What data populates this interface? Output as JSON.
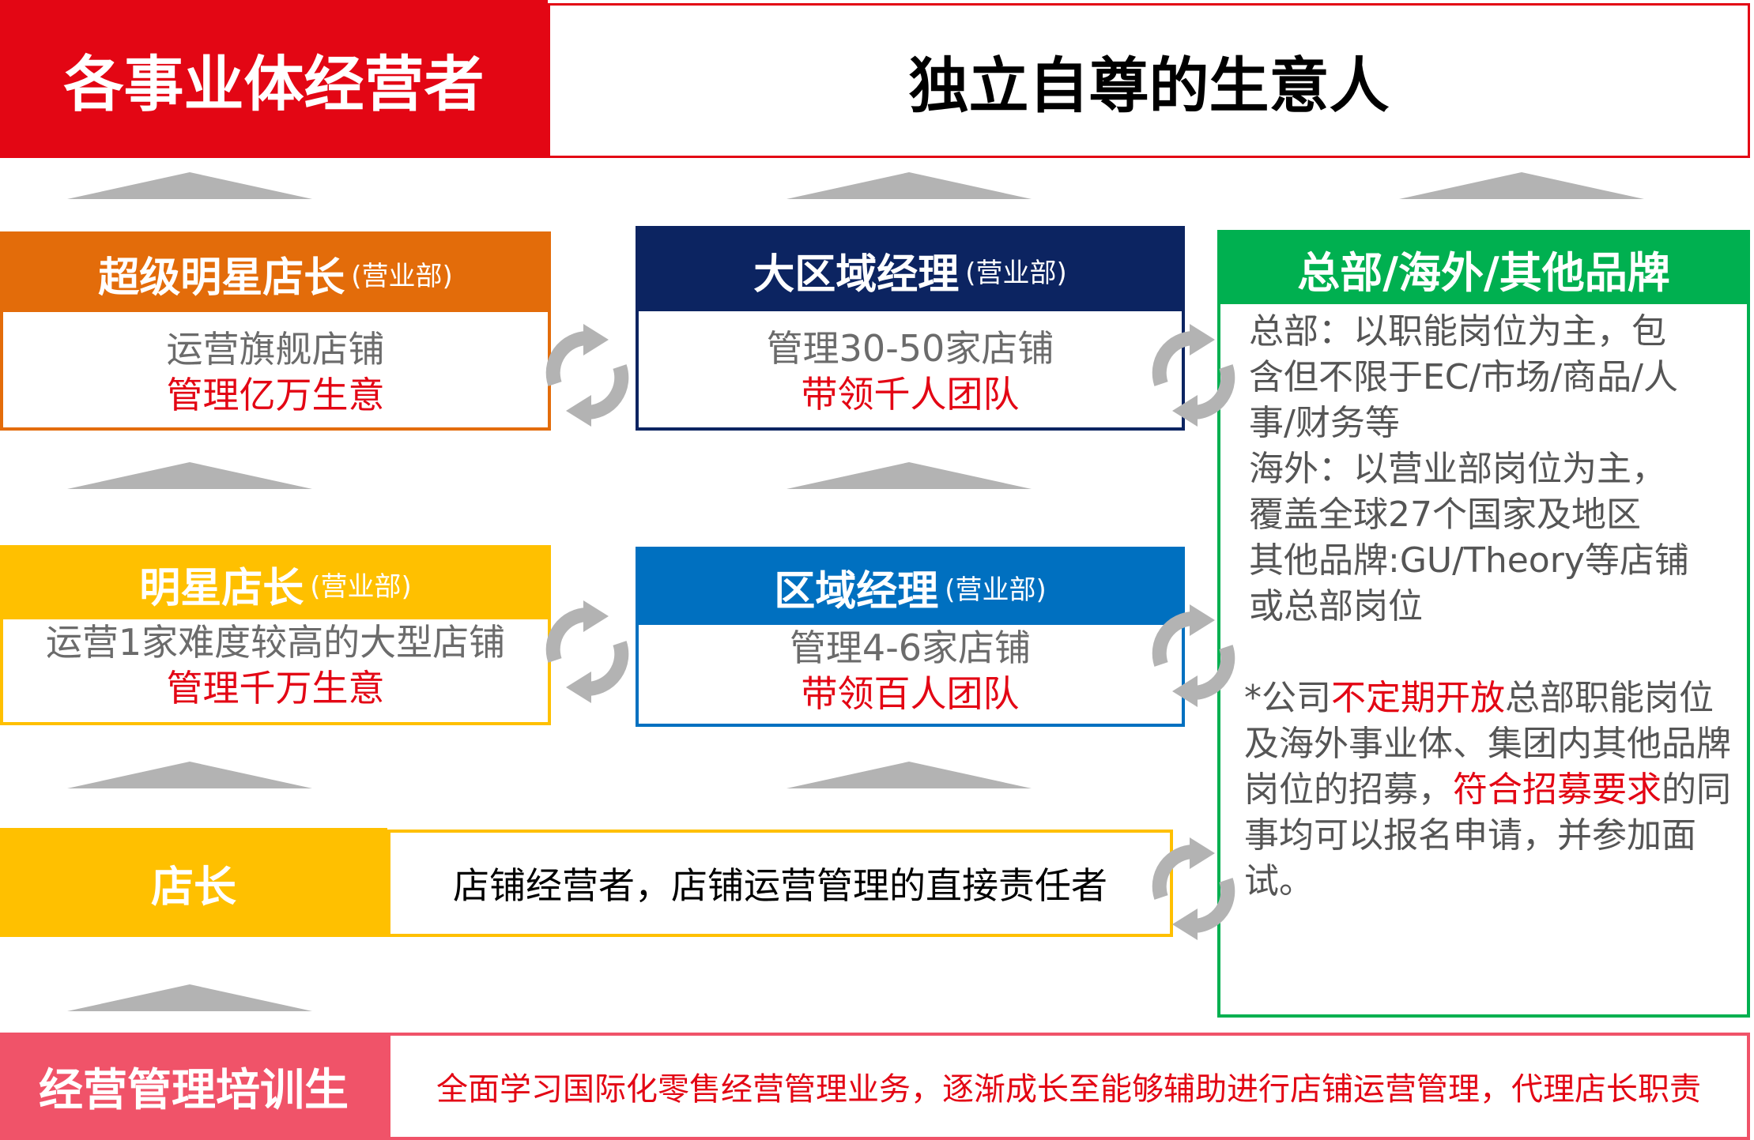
{
  "top": {
    "left_label": "各事业体经营者",
    "right_label": "独立自尊的生意人"
  },
  "super_star_manager": {
    "title": "超级明星店长",
    "dept": "(营业部)",
    "line1": "运营旗舰店铺",
    "line2": "管理亿万生意",
    "header_color": "#E36C0A"
  },
  "large_area_manager": {
    "title": "大区域经理",
    "dept": "(营业部)",
    "line1": "管理30-50家店铺",
    "line2": "带领千人团队",
    "header_color": "#0C2461"
  },
  "hq_overseas": {
    "title": "总部/海外/其他品牌",
    "header_color": "#00B050",
    "lines": [
      "总部：以职能岗位为主，包",
      "含但不限于EC/市场/商品/人",
      "事/财务等",
      "海外：以营业部岗位为主，",
      "覆盖全球27个国家及地区",
      "其他品牌:GU/Theory等店铺",
      "或总部岗位"
    ],
    "note": {
      "p1": "*公司",
      "p1_red": "不定期开放",
      "p2": "总部职能岗位及海外事业体、集团内其他品牌岗位的招募，",
      "p3_red": "符合招募要求",
      "p4": "的同事均可以报名申请，并参加面试。"
    }
  },
  "star_manager": {
    "title": "明星店长",
    "dept": "(营业部)",
    "line1": "运营1家难度较高的大型店铺",
    "line2": "管理千万生意",
    "header_color": "#FFC000"
  },
  "area_manager": {
    "title": "区域经理",
    "dept": "(营业部)",
    "line1": "管理4-6家店铺",
    "line2": "带领百人团队",
    "header_color": "#0070C0"
  },
  "store_manager": {
    "title": "店长",
    "description": "店铺经营者，店铺运营管理的直接责任者",
    "color": "#FFC000"
  },
  "trainee": {
    "title": "经营管理培训生",
    "description": "全面学习国际化零售经营管理业务，逐渐成长至能够辅助进行店铺运营管理，代理店长职责",
    "color": "#F05369"
  },
  "icons": {
    "up_arrow": "up-arrow-icon",
    "cycle": "cycle-arrows-icon"
  }
}
